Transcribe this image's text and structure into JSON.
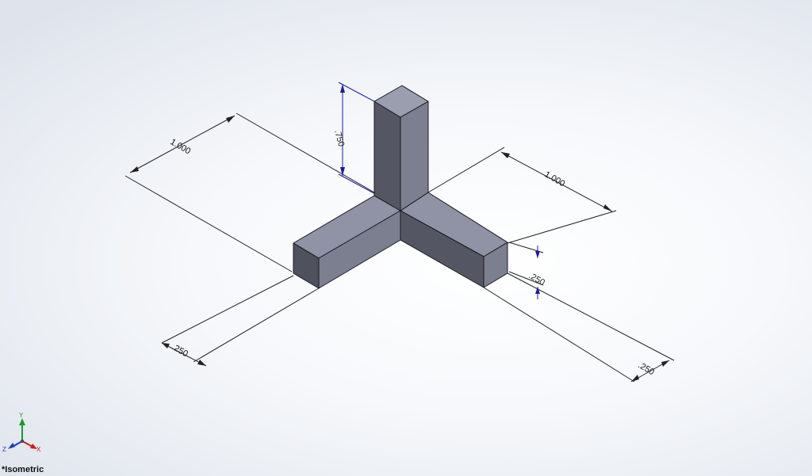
{
  "view": {
    "name": "*Isometric"
  },
  "dimensions": {
    "height_vertical": ".750",
    "length_left": "1.000",
    "length_right": "1.000",
    "width_left": ".250",
    "thickness_right": ".250",
    "width_right": ".250"
  },
  "triad": {
    "x_label": "X",
    "y_label": "Y",
    "z_label": "Z"
  },
  "colors": {
    "face_top": "#8f93a5",
    "face_light": "#7c7f8f",
    "face_dark": "#545763",
    "edge": "#1a1a1f",
    "dimension_line": "#222222",
    "selected_dimension": "#1a1aa8",
    "axis_x": "#d01a1a",
    "axis_y": "#1a9a2a",
    "axis_z": "#1a3ad0"
  }
}
